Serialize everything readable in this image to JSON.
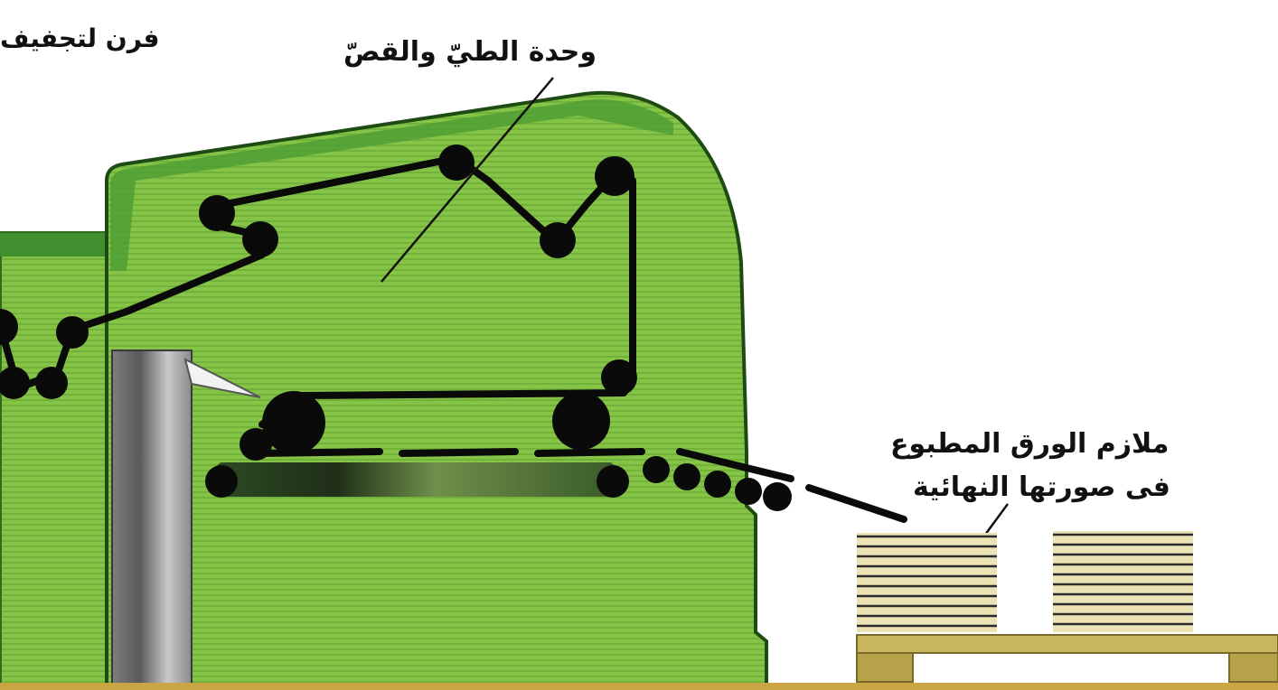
{
  "labels": {
    "drying_oven": "فرن لتجفيف",
    "folding_cutting_unit": "وحدة الطيّ والقصّ",
    "printed_signatures_line1": "ملازم الورق المطبوع",
    "printed_signatures_line2": "فى صورتها النهائية"
  },
  "colors": {
    "machine_green": "#7fbf3f",
    "machine_dark_green": "#3f8f2f",
    "outline": "#1e4a14",
    "rollers": "#0a0a0a",
    "metal_gray": "#9a9a9a",
    "paper_stack": "#d8c98a",
    "pallet": "#b7a24a"
  }
}
